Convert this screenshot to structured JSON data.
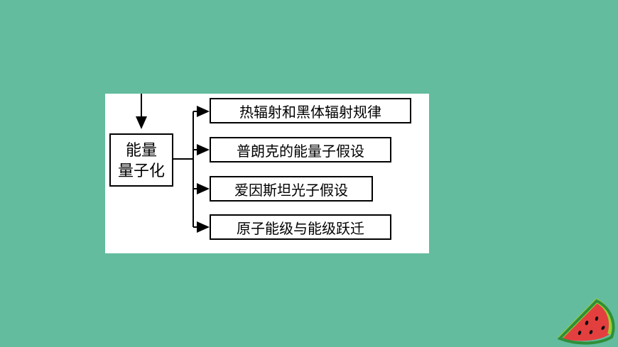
{
  "root": {
    "label_lines": [
      "能量",
      "量子化"
    ]
  },
  "branches": [
    {
      "label": "热辐射和黑体辐射规律"
    },
    {
      "label": "普朗克的能量子假设"
    },
    {
      "label": "爱因斯坦光子假设"
    },
    {
      "label": "原子能级与能级跃迁"
    }
  ],
  "colors": {
    "background": "#63bc9e",
    "panel": "#ffffff",
    "line": "#000000"
  },
  "icons": {
    "decoration": "watermelon-slice-icon"
  }
}
